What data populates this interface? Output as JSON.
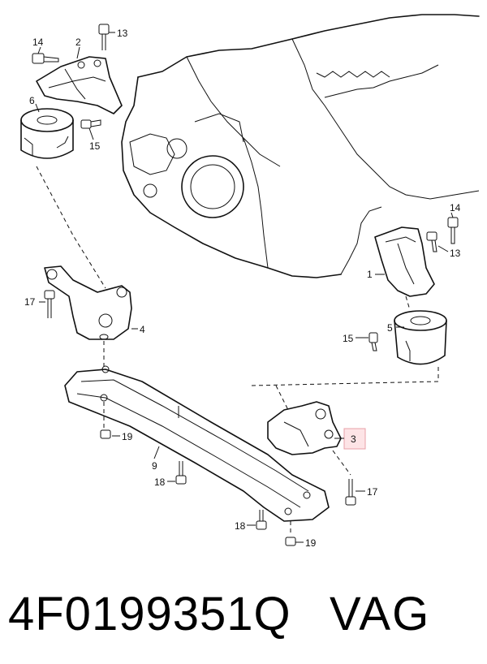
{
  "callouts": {
    "n1": "1",
    "n2": "2",
    "n3": "3",
    "n4": "4",
    "n5": "5",
    "n6": "6",
    "n9": "9",
    "n13a": "13",
    "n13b": "13",
    "n14a": "14",
    "n14b": "14",
    "n15a": "15",
    "n15b": "15",
    "n17a": "17",
    "n17b": "17",
    "n18a": "18",
    "n18b": "18",
    "n19a": "19",
    "n19b": "19"
  },
  "highlight_color": "#e8a0a8",
  "footer": {
    "part_number": "4F0199351Q",
    "brand": "VAG"
  }
}
